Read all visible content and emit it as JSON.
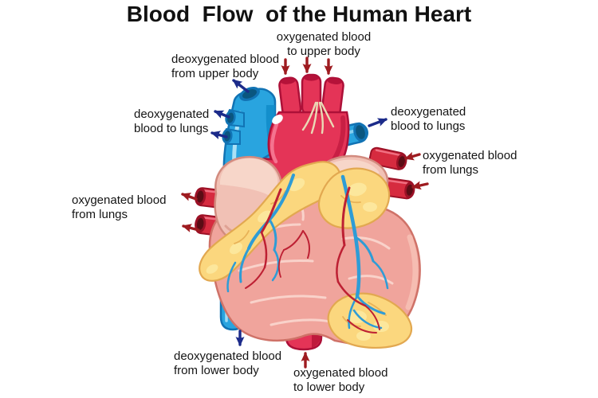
{
  "title": "Blood  Flow  of the Human Heart",
  "labels": {
    "oxygenated_to_upper": {
      "line1": "oxygenated blood",
      "line2": "to upper body"
    },
    "deoxygenated_from_upper": {
      "line1": "deoxygenated blood",
      "line2": "from upper body"
    },
    "deoxygenated_to_lungs_left": {
      "line1": "deoxygenated",
      "line2": "blood to lungs"
    },
    "oxygenated_from_lungs_left": {
      "line1": "oxygenated blood",
      "line2": "from lungs"
    },
    "deoxygenated_to_lungs_right": {
      "line1": "deoxygenated",
      "line2": "blood to lungs"
    },
    "oxygenated_from_lungs_right": {
      "line1": "oxygenated blood",
      "line2": "from lungs"
    },
    "deoxygenated_from_lower": {
      "line1": "deoxygenated blood",
      "line2": "from lower body"
    },
    "oxygenated_to_lower": {
      "line1": "oxygenated blood",
      "line2": "to lower body"
    }
  },
  "colors": {
    "deoxygenated_arrow": "#1c2b8a",
    "oxygenated_arrow": "#9e1b20",
    "vein_blue": "#29a4df",
    "vein_blue_dark": "#1173b4",
    "artery_red": "#e43457",
    "artery_red_dark": "#ad1038",
    "pulmonary_red": "#d62b3f",
    "heart_pink": "#f0a49c",
    "atrium_pink": "#f1c1b5",
    "fat_yellow": "#fbd77e",
    "coronary_blue": "#2e9cd6",
    "coronary_red": "#bd2033",
    "text": "#141414",
    "background": "#ffffff"
  }
}
